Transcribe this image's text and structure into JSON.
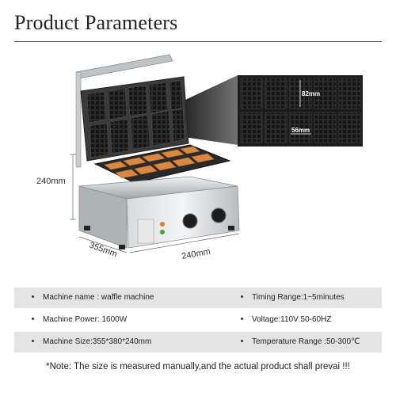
{
  "header": {
    "title": "Product Parameters"
  },
  "dimensions": {
    "height": "240mm",
    "depth": "355mm",
    "width": "240mm",
    "cell_height": "82mm",
    "cell_width": "56mm"
  },
  "specs": [
    {
      "left": "Machine name : waffle machine",
      "right": "Timing Range:1~5minutes"
    },
    {
      "left": "Machine Power: 1600W",
      "right": "Voltage:110V 50-60HZ"
    },
    {
      "left": "Machine Size:355*380*240mm",
      "right": "Temperature Range :50-300℃"
    }
  ],
  "note": "*Note: The size is measured manually,and the actual product shall prevai !!!",
  "colors": {
    "row_shade": "#e4e4e4",
    "waffle": "#d9893f",
    "plate": "#2a2a2a",
    "steel": "#cfd2d4"
  }
}
